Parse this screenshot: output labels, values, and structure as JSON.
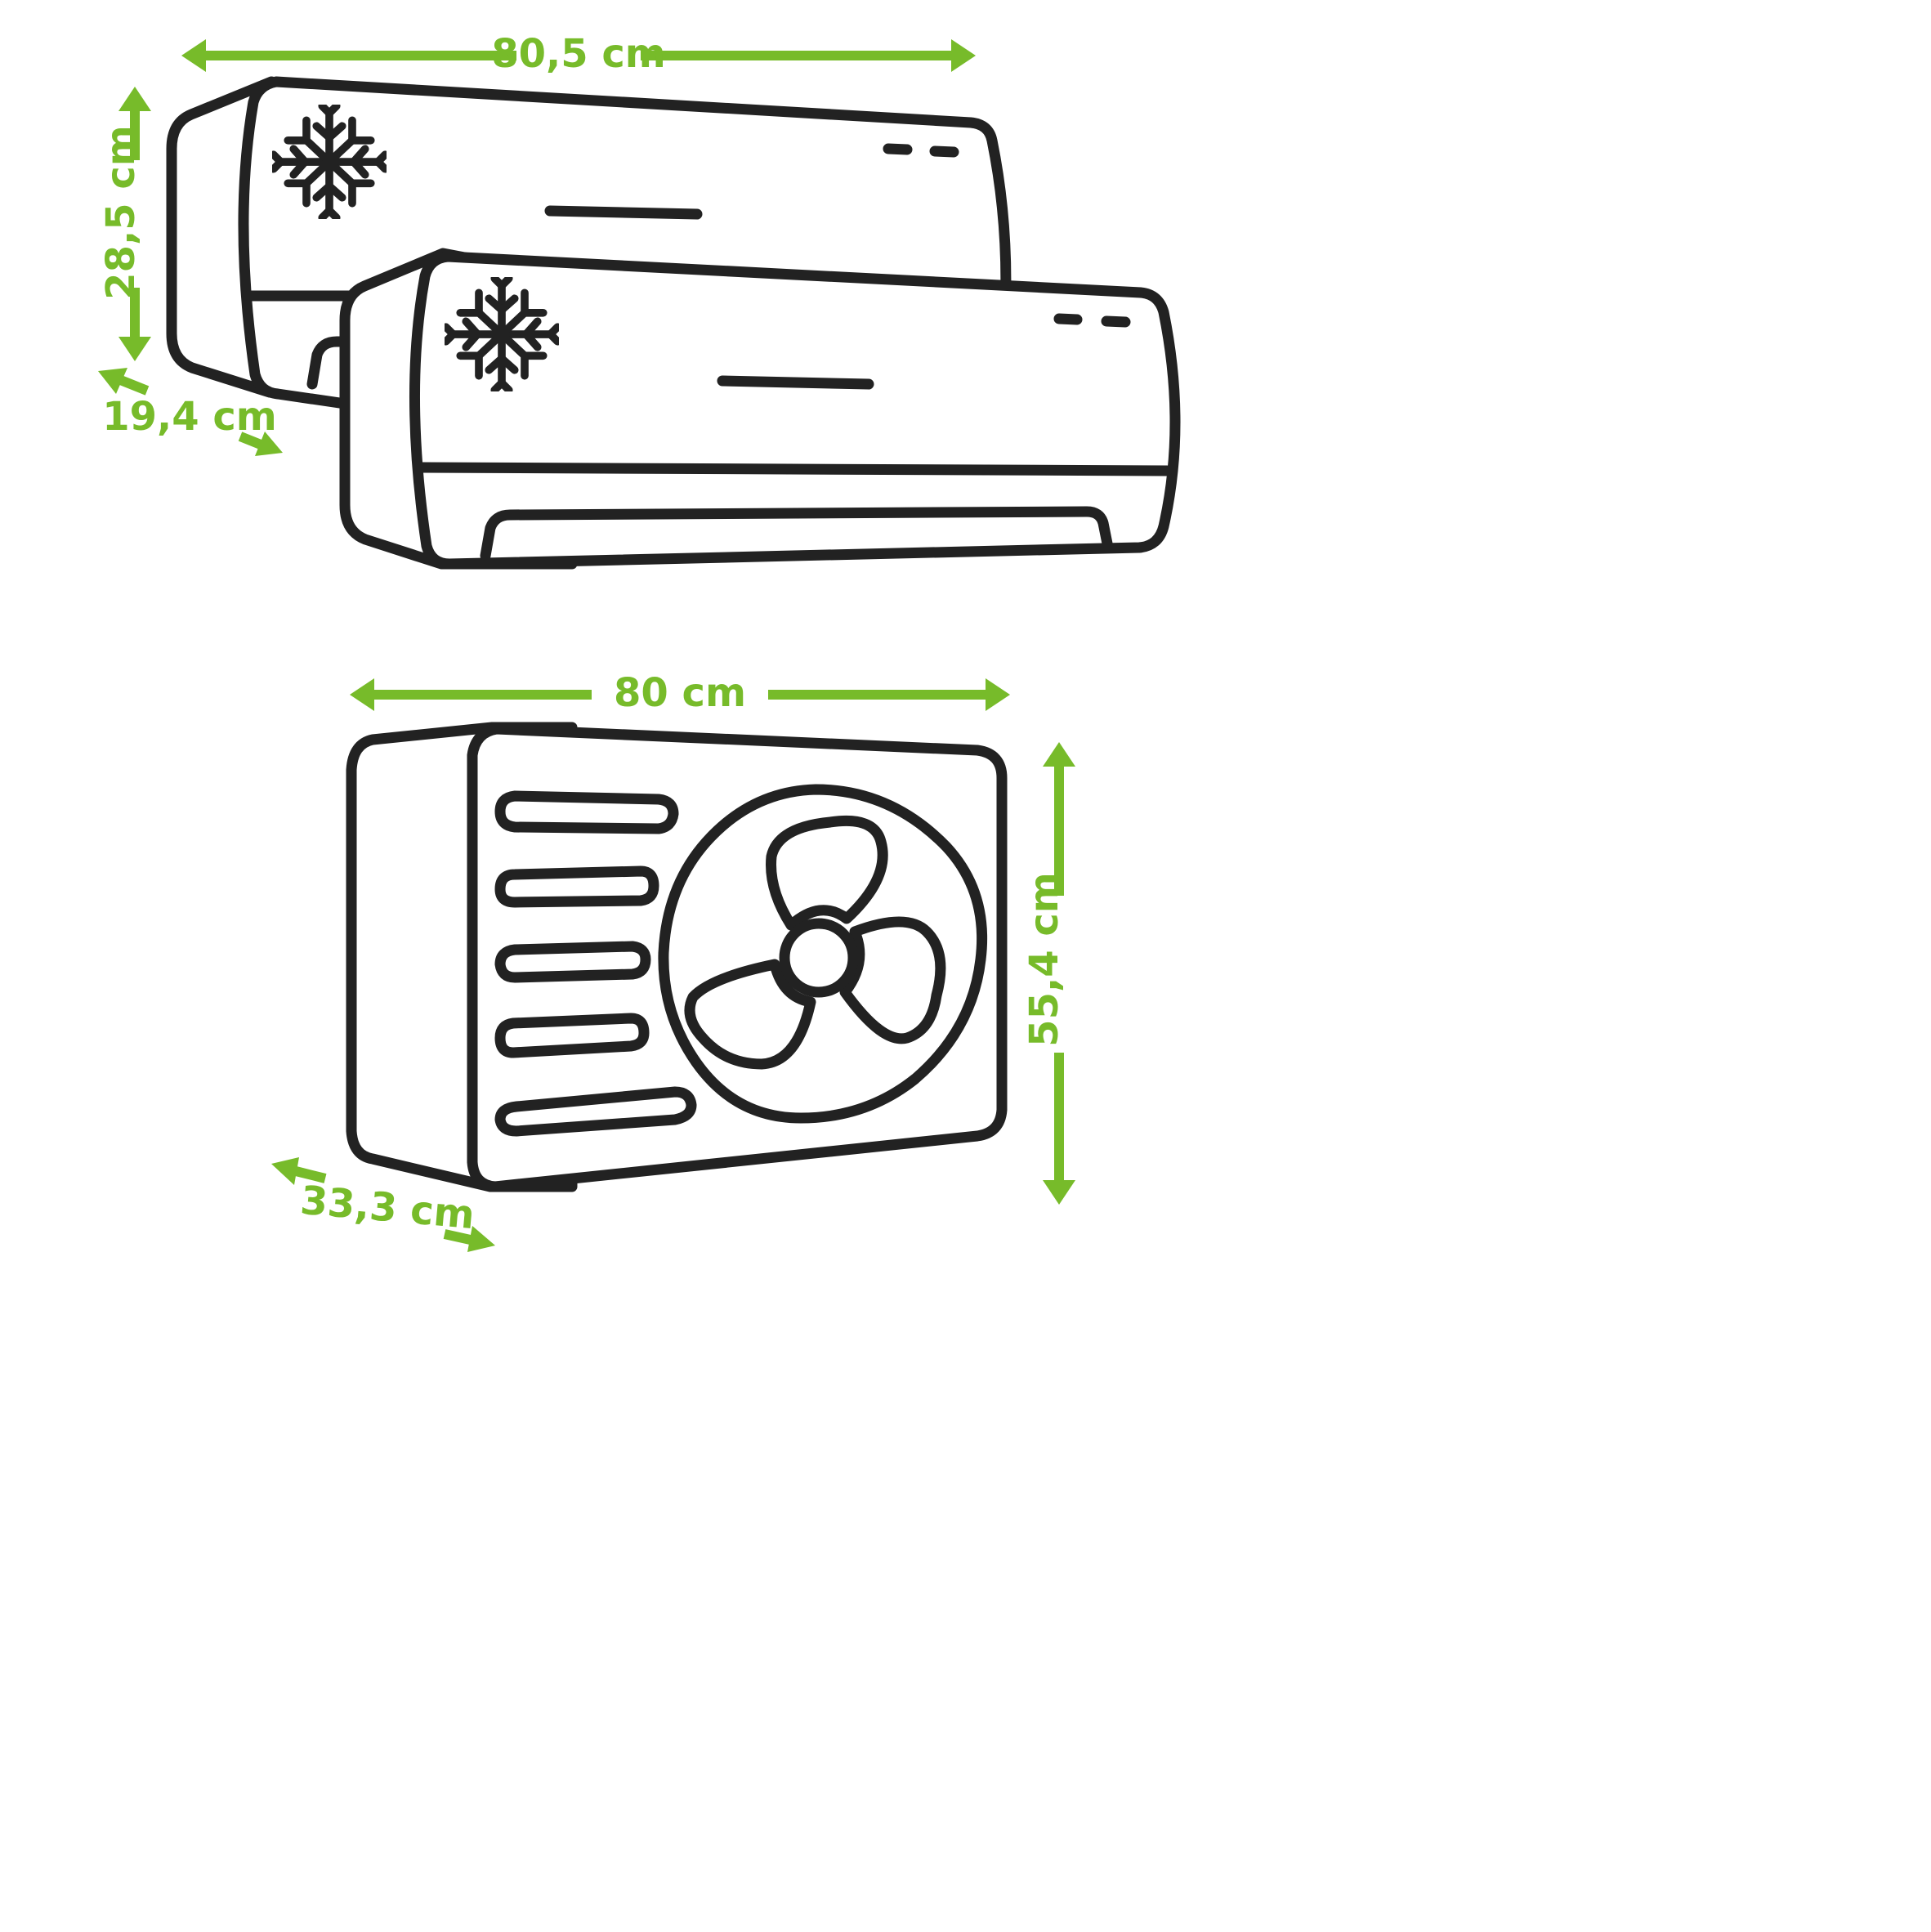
{
  "colors": {
    "outline": "#222222",
    "dimension": "#77bb2a",
    "background": "#ffffff"
  },
  "indoor_unit": {
    "icon": "snowflake-icon",
    "dimensions": {
      "width": "80,5 cm",
      "height": "28,5 cm",
      "depth": "19,4 cm"
    }
  },
  "outdoor_unit": {
    "icon": "fan-icon",
    "dimensions": {
      "width": "80 cm",
      "height": "55,4 cm",
      "depth": "33,3 cm"
    }
  }
}
